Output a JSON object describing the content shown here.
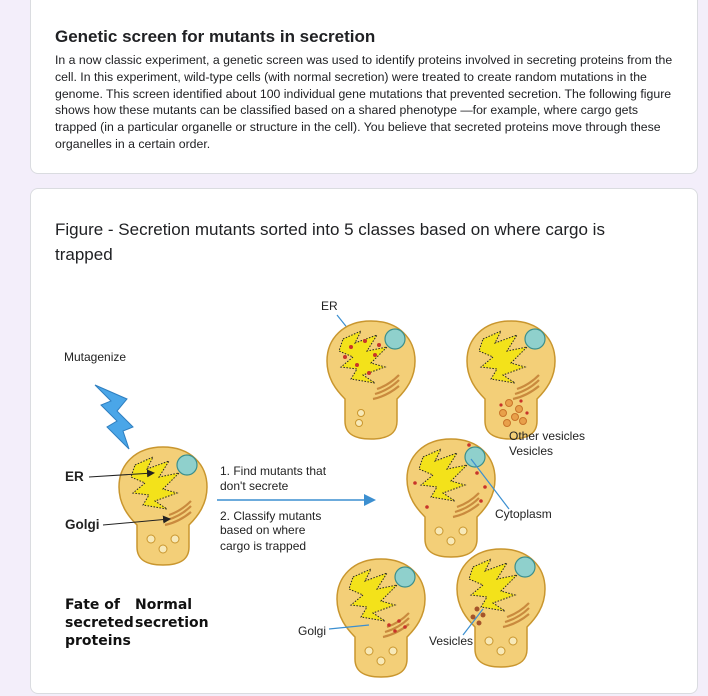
{
  "intro": {
    "title": "Genetic screen for mutants in secretion",
    "body": "In a now classic experiment, a genetic screen was used to identify proteins involved in secreting proteins from the cell. In this experiment, wild-type cells (with normal secretion) were treated to create random mutations in the genome. This screen identified about 100 individual gene mutations that prevented secretion. The following figure shows how these mutants can be classified based on a shared phenotype —for example, where cargo gets trapped (in a particular organelle or structure in the cell). You believe that secreted proteins move through these organelles in a certain order."
  },
  "figure": {
    "title": "Figure - Secretion mutants sorted into 5 classes based on where cargo is trapped",
    "labels": {
      "mutagenize": "Mutagenize",
      "er_left": "ER",
      "golgi_left": "Golgi",
      "step1_line1": "1. Find mutants that",
      "step1_line2": "don't secrete",
      "step2_line1": "2. Classify mutants",
      "step2_line2": "based on where",
      "step2_line3": "cargo is trapped",
      "fate_line1": "Fate of",
      "fate_line2": "secreted",
      "fate_line3": "proteins",
      "normal_line1": "Normal",
      "normal_line2": "secretion",
      "er_top": "ER",
      "other_vesicles": "Other vesicles",
      "vesicles_right": "Vesicles",
      "cytoplasm": "Cytoplasm",
      "golgi_bottom": "Golgi",
      "vesicles_bottom": "Vesicles"
    },
    "colors": {
      "cell_fill": "#f3cf78",
      "cell_stroke": "#c9962e",
      "er_yellow": "#f3e21a",
      "nucleus": "#8fd0cc",
      "golgi": "#c98a3e",
      "lightning": "#4aa6e8",
      "arrow": "#3c8fd0"
    }
  }
}
